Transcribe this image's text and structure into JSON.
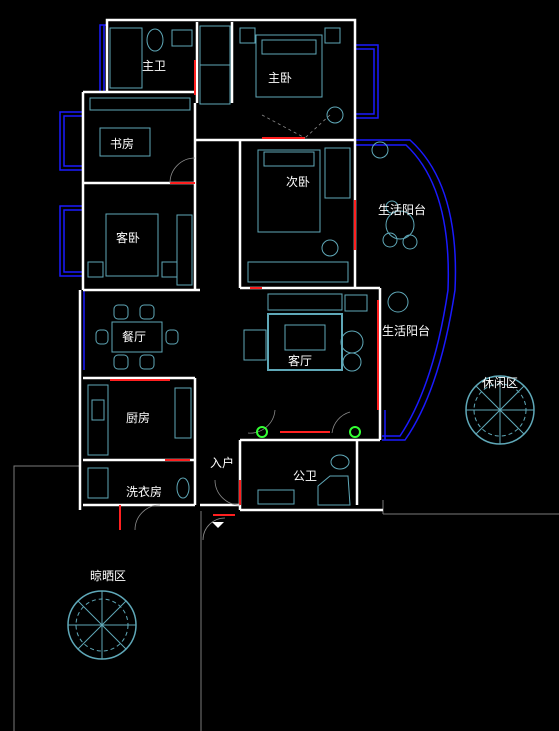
{
  "plan": {
    "rooms": {
      "master_bath": "主卫",
      "master_bedroom": "主卧",
      "study": "书房",
      "second_bedroom": "次卧",
      "guest_bedroom": "客卧",
      "balcony_upper": "生活阳台",
      "balcony_lower": "生活阳台",
      "dining": "餐厅",
      "living": "客厅",
      "leisure": "休闲区",
      "kitchen": "厨房",
      "entrance": "入户",
      "public_bath": "公卫",
      "laundry": "洗衣房",
      "drying": "晾晒区"
    },
    "colors": {
      "background": "#000000",
      "wall": "#ffffff",
      "window": "#1a1aff",
      "door": "#ff2020",
      "furniture": "#5fa8b8",
      "fixture": "#33ff33"
    }
  }
}
